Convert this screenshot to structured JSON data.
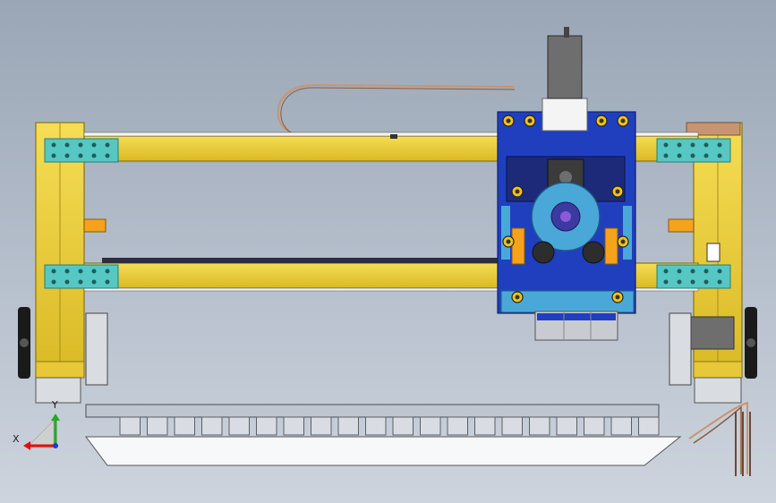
{
  "triad": {
    "x_label": "X",
    "y_label": "Y"
  },
  "colors": {
    "background_top": "#9aa6b6",
    "background_bottom": "#cdd4de",
    "frame_yellow": "#efd23a",
    "frame_yellow_dark": "#b99d12",
    "plate_teal": "#57c7c4",
    "carriage_blue": "#1f3fbf",
    "carriage_navy": "#1d2a7a",
    "spindle_cyan": "#4aa8d8",
    "accent_orange": "#f5a31a",
    "motor_gray": "#6e6e6e",
    "cable_copper": "#c79572",
    "axis_red": "#e01010",
    "axis_green": "#22aa22",
    "axis_blue": "#1f3bd0"
  },
  "parts": {
    "slat_count": 20,
    "rail_bolt_count": 5
  }
}
